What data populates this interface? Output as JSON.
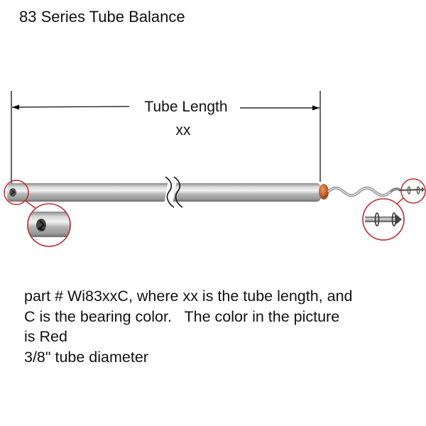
{
  "title": "83 Series Tube Balance",
  "dimension": {
    "label": "Tube Length",
    "value": "xx"
  },
  "description": {
    "lines": [
      "part # Wi83xxC, where xx is the tube length, and",
      "C is the bearing color.   The color in the picture",
      "is Red",
      "3/8\" tube diameter"
    ]
  },
  "colors": {
    "callout_circle": "#c0282e",
    "bearing": "#c0602a",
    "tube": "#b8b8b8"
  },
  "icons": [
    "tube-end-detail-icon",
    "hook-end-detail-icon",
    "break-mark-icon",
    "spiral-rod-icon"
  ]
}
